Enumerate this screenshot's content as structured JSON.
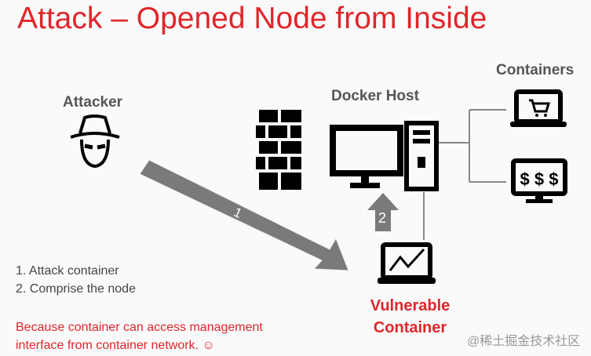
{
  "title": "Attack – Opened Node from Inside",
  "labels": {
    "attacker": "Attacker",
    "docker_host": "Docker Host",
    "containers": "Containers",
    "vulnerable": "Vulnerable",
    "container": "Container"
  },
  "arrows": {
    "step1": "1",
    "step2": "2"
  },
  "steps": [
    "1.  Attack container",
    "2.  Comprise the node"
  ],
  "note": [
    "Because container can access management",
    "interface from container network. ☺"
  ],
  "watermark": "@稀土掘金技术社区",
  "colors": {
    "accent": "#e0262b",
    "arrow": "#7a7a7a",
    "icon": "#000000"
  }
}
